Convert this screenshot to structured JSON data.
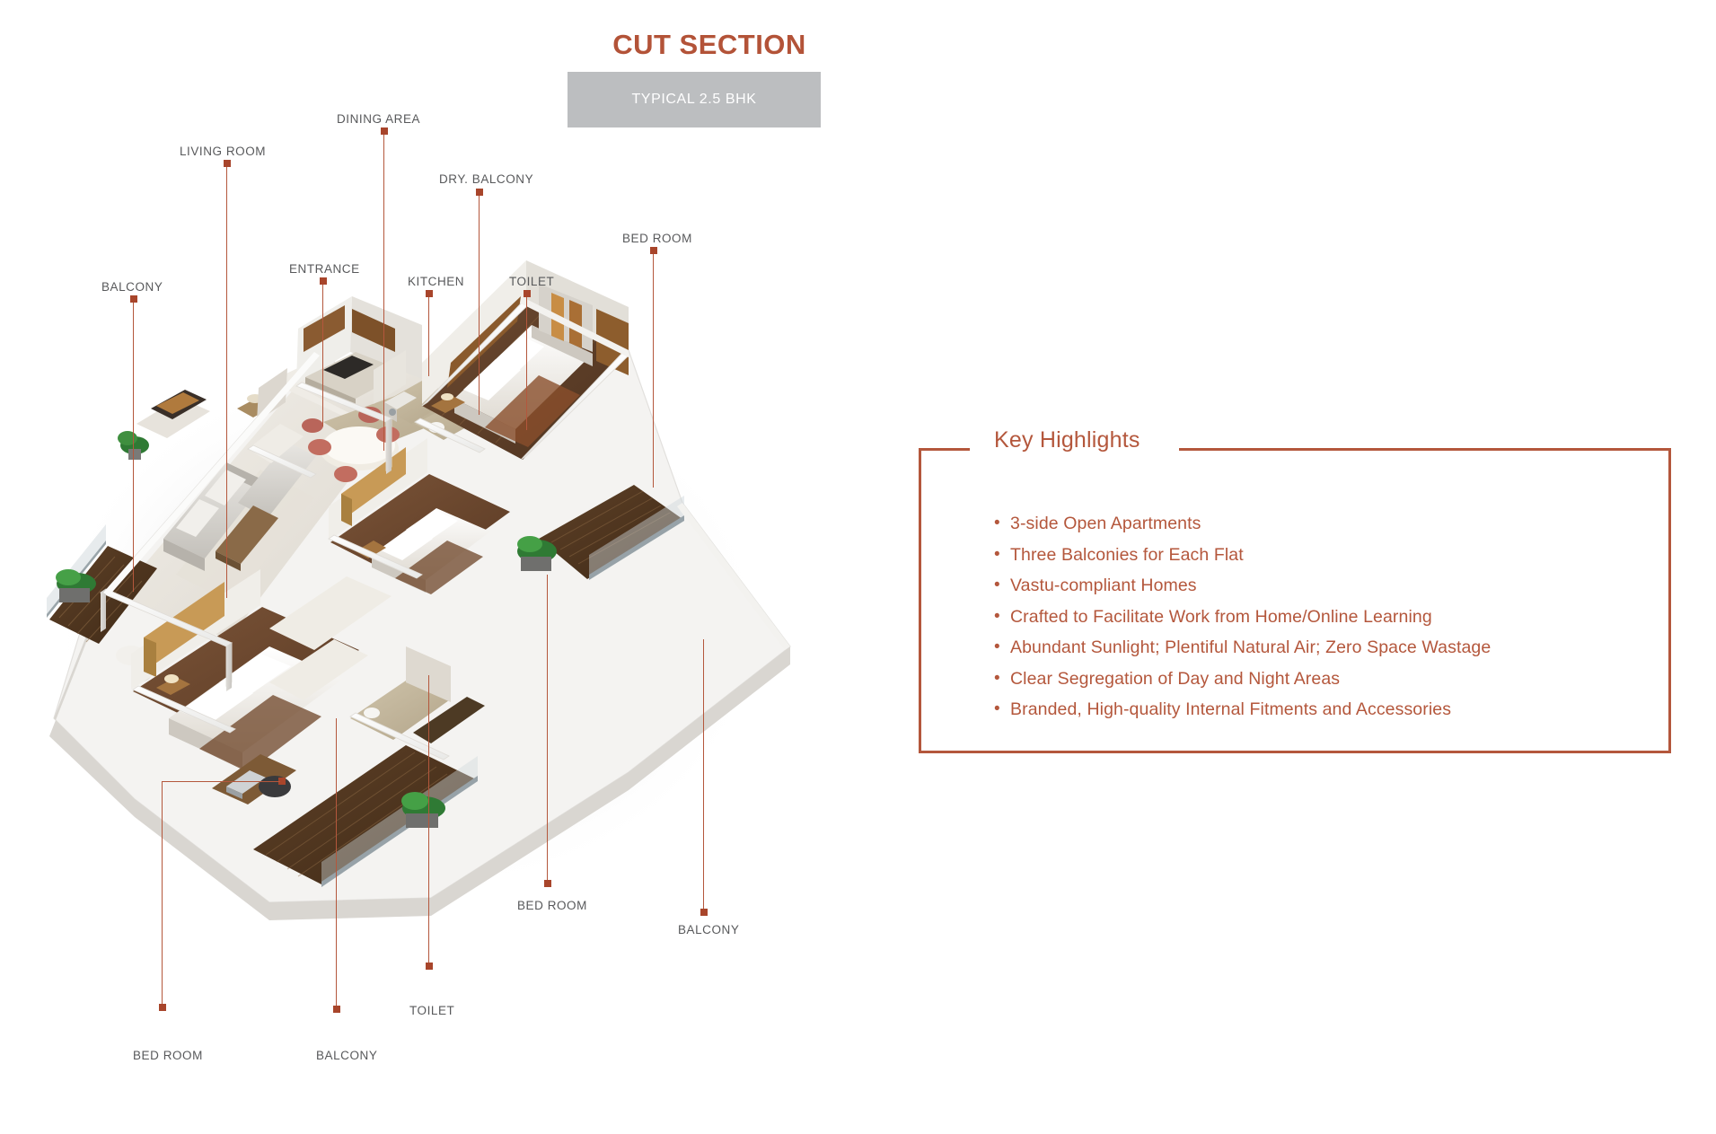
{
  "header": {
    "title": "CUT SECTION",
    "subtitle": "TYPICAL 2.5 BHK"
  },
  "colors": {
    "accent": "#b4573c",
    "title": "#b35338",
    "marker": "#a8452b",
    "label_text": "#58595b",
    "band": "#bcbec0"
  },
  "floor_plan": {
    "callouts": [
      {
        "id": "living-room",
        "label": "LIVING ROOM"
      },
      {
        "id": "dining-area",
        "label": "DINING AREA"
      },
      {
        "id": "dry-balcony",
        "label": "DRY. BALCONY"
      },
      {
        "id": "bed-room-top",
        "label": "BED ROOM"
      },
      {
        "id": "balcony-left",
        "label": "BALCONY"
      },
      {
        "id": "entrance",
        "label": "ENTRANCE"
      },
      {
        "id": "kitchen",
        "label": "KITCHEN"
      },
      {
        "id": "toilet-top",
        "label": "TOILET"
      },
      {
        "id": "bed-room-bottom-right",
        "label": "BED ROOM"
      },
      {
        "id": "balcony-bottom-right",
        "label": "BALCONY"
      },
      {
        "id": "toilet-bottom",
        "label": "TOILET"
      },
      {
        "id": "balcony-bottom",
        "label": "BALCONY"
      },
      {
        "id": "bed-room-bottom-left",
        "label": "BED ROOM"
      }
    ]
  },
  "highlights": {
    "title": "Key Highlights",
    "items": [
      "3-side Open Apartments",
      "Three Balconies for Each Flat",
      "Vastu-compliant Homes",
      "Crafted to Facilitate Work from Home/Online Learning",
      "Abundant Sunlight; Plentiful Natural Air; Zero Space Wastage",
      "Clear Segregation of Day and Night Areas",
      "Branded, High-quality Internal Fitments and Accessories"
    ]
  }
}
